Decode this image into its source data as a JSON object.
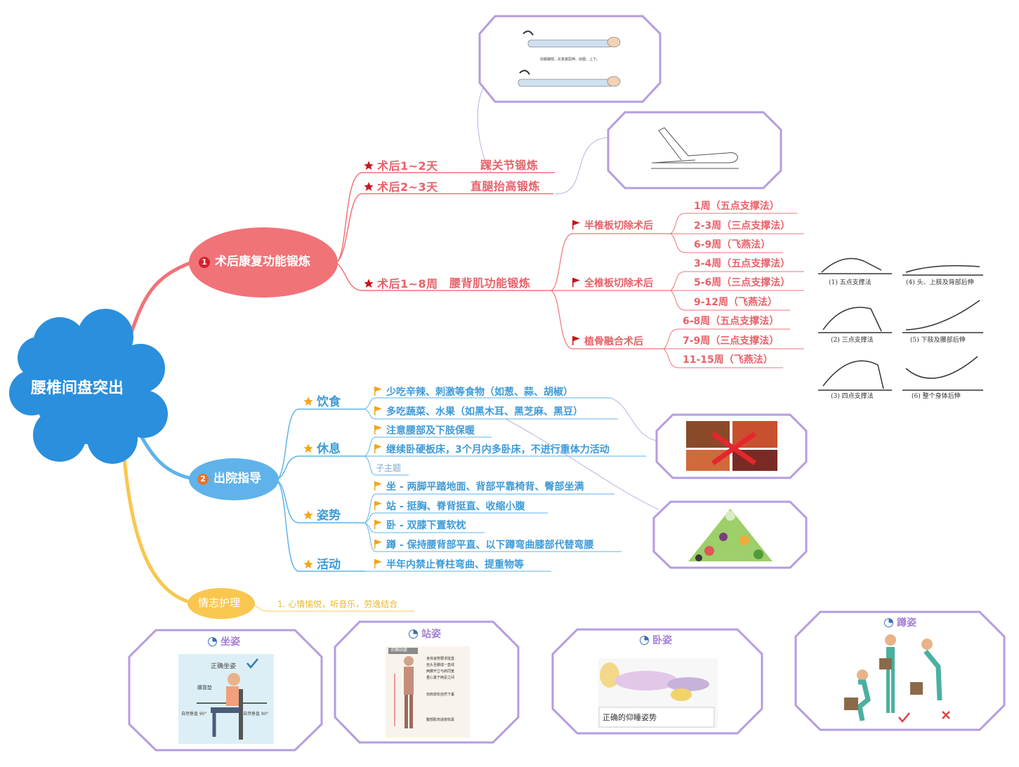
{
  "central": {
    "title": "腰椎间盘突出"
  },
  "branch1": {
    "number": "1",
    "title": "术后康复功能锻炼",
    "items": [
      {
        "period": "术后1~2天",
        "exercise": "踝关节锻炼"
      },
      {
        "period": "术后2~3天",
        "exercise": "直腿抬高锻炼"
      },
      {
        "period": "术后1~8周",
        "exercise": "腰背肌功能锻炼"
      }
    ],
    "surgeries": [
      {
        "name": "半椎板切除术后",
        "stages": [
          "1周（五点支撑法）",
          "2-3周（三点支撑法）",
          "6-9周（飞燕法）"
        ]
      },
      {
        "name": "全椎板切除术后",
        "stages": [
          "3-4周（五点支撑法）",
          "5-6周（三点支撑法）",
          "9-12周（飞燕法）"
        ]
      },
      {
        "name": "植骨融合术后",
        "stages": [
          "6-8周（五点支撑法）",
          "7-9周（三点支撑法）",
          "11-15周（飞燕法）"
        ]
      }
    ],
    "support_figure_captions": [
      "(1) 五点支撑法",
      "(4) 头、上肢及背部后伸",
      "(2) 三点支撑法",
      "(5) 下肢及腰部后伸",
      "(3) 四点支撑法",
      "(6) 整个身体后伸"
    ],
    "ankle_card_caption": "双脚踝部，反复做屈伸、绕圈、上下。"
  },
  "branch2": {
    "number": "2",
    "title": "出院指导",
    "categories": [
      {
        "name": "饮食",
        "items": [
          "少吃辛辣、刺激等食物（如葱、蒜、胡椒）",
          "多吃蔬菜、水果（如黑木耳、黑芝麻、黑豆）"
        ]
      },
      {
        "name": "休息",
        "items": [
          "注意腰部及下肢保暖",
          "继续卧硬板床，3个月内多卧床，不进行重体力活动"
        ],
        "subtopic": "子主题"
      },
      {
        "name": "姿势",
        "items": [
          "坐 - 两脚平踏地面、背部平靠椅背、臀部坐满",
          "站 - 挺胸、脊背挺直、收缩小腹",
          "卧 - 双膝下置软枕",
          "蹲 - 保持腰背部平直、以下蹲弯曲膝部代替弯腰"
        ]
      },
      {
        "name": "活动",
        "items": [
          "半年内禁止脊柱弯曲、提重物等"
        ]
      }
    ]
  },
  "branch3": {
    "title": "情志护理",
    "note": "1. 心情愉悦，听音乐，劳逸结合"
  },
  "posture_cards": [
    {
      "title": "坐姿",
      "texts": [
        "正确坐姿",
        "腰靠垫",
        "自然垂直 90°",
        "自然垂直 90°"
      ]
    },
    {
      "title": "站姿",
      "texts": [
        "正确站姿",
        "身体姿势要求挺直",
        "自头至脚成一直线",
        "两脚开立与肩同宽",
        "重心置于两足之间",
        "双肩放松自然下垂",
        "腹部肌肉适度收紧"
      ]
    },
    {
      "title": "卧姿",
      "texts": [
        "正确的仰睡姿势"
      ]
    },
    {
      "title": "蹲姿",
      "texts": []
    }
  ],
  "colors": {
    "central": "#2a8fdc",
    "branch1": "#f07378",
    "branch2": "#5fb3ea",
    "branch3": "#f9c74f",
    "card_border": "#b59ce0",
    "red_text": "#e8626a",
    "blue_text": "#3e9bd8",
    "gold_text": "#e9b82a"
  }
}
